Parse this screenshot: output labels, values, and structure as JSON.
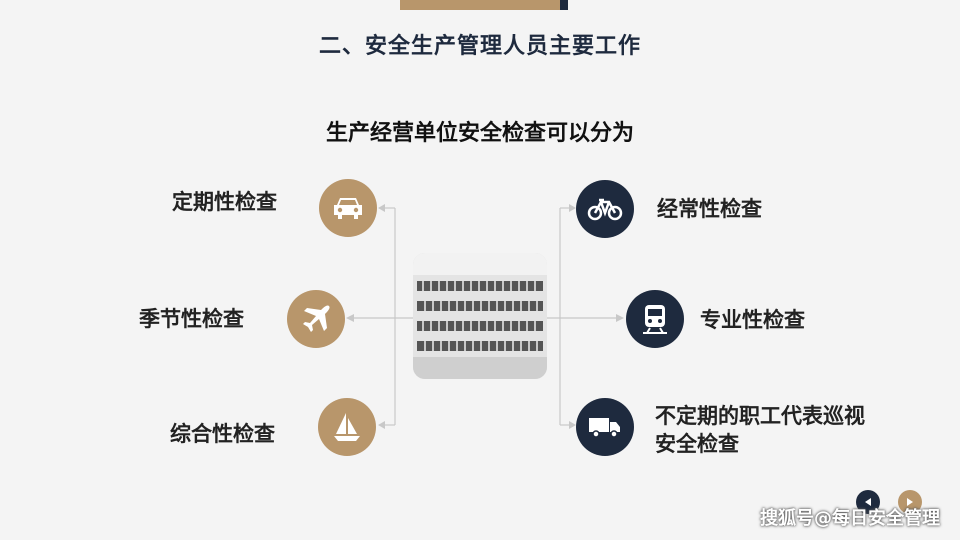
{
  "title": "二、安全生产管理人员主要工作",
  "subtitle": "生产经营单位安全检查可以分为",
  "left_items": [
    {
      "label": "定期性检查",
      "icon": "car-icon"
    },
    {
      "label": "季节性检查",
      "icon": "airplane-icon"
    },
    {
      "label": "综合性检查",
      "icon": "sailboat-icon"
    }
  ],
  "right_items": [
    {
      "label": "经常性检查",
      "icon": "bicycle-icon"
    },
    {
      "label": "专业性检查",
      "icon": "train-icon"
    },
    {
      "label_line1": "不定期的职工代表巡视",
      "label_line2": "安全检查",
      "icon": "truck-icon"
    }
  ],
  "watermark": "搜狐号@每日安全管理",
  "colors": {
    "gold": "#b8966b",
    "navy": "#1e2a3e"
  }
}
